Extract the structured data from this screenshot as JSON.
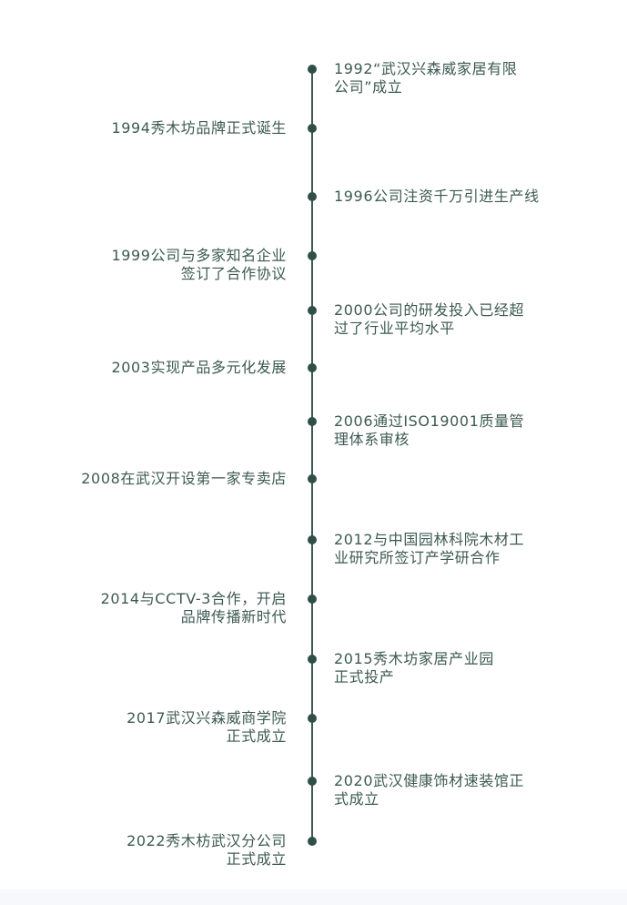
{
  "timeline": {
    "accent_color": "#3d5a52",
    "events": [
      {
        "side": "right",
        "lines": [
          "1992“武汉兴森威家居有限",
          "公司”成立"
        ]
      },
      {
        "side": "left",
        "lines": [
          "1994秀木坊品牌正式诞生"
        ]
      },
      {
        "side": "right",
        "lines": [
          "1996公司注资千万引进生产线"
        ]
      },
      {
        "side": "left",
        "lines": [
          "1999公司与多家知名企业",
          "签订了合作协议"
        ]
      },
      {
        "side": "right",
        "lines": [
          "2000公司的研发投入已经超",
          "过了行业平均水平"
        ]
      },
      {
        "side": "left",
        "lines": [
          "2003实现产品多元化发展"
        ]
      },
      {
        "side": "right",
        "lines": [
          "2006通过ISO19001质量管",
          "理体系审核"
        ]
      },
      {
        "side": "left",
        "lines": [
          "2008在武汉开设第一家专卖店"
        ]
      },
      {
        "side": "right",
        "lines": [
          "2012与中国园林科院木材工",
          "业研究所签订产学研合作"
        ]
      },
      {
        "side": "left",
        "lines": [
          "2014与CCTV-3合作，开启",
          "品牌传播新时代"
        ]
      },
      {
        "side": "right",
        "lines": [
          "2015秀木坊家居产业园",
          "正式投产"
        ]
      },
      {
        "side": "left",
        "lines": [
          "2017武汉兴森威商学院",
          "正式成立"
        ]
      },
      {
        "side": "right",
        "lines": [
          "2020武汉健康饰材速装馆正",
          "式成立"
        ]
      },
      {
        "side": "left",
        "lines": [
          "2022秀木枋武汉分公司",
          "正式成立"
        ]
      }
    ]
  }
}
